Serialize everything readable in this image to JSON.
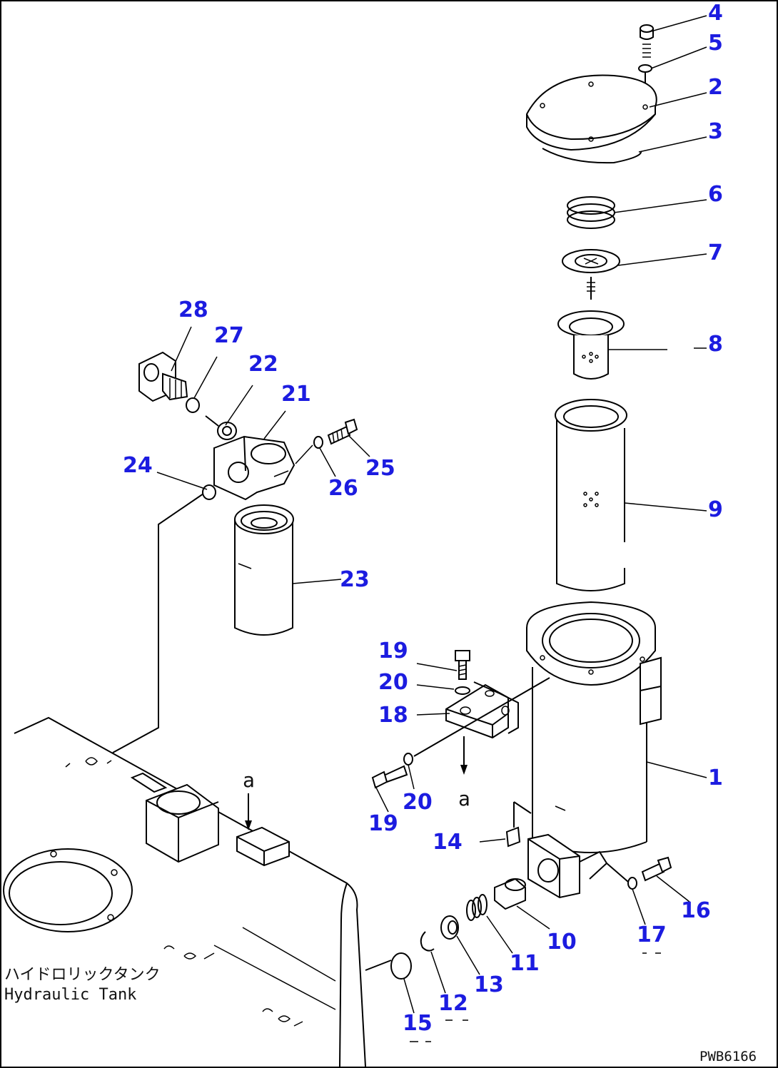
{
  "labels": {
    "p1": "1",
    "p2": "2",
    "p3": "3",
    "p4": "4",
    "p5": "5",
    "p6": "6",
    "p7": "7",
    "p8": "8",
    "p9": "9",
    "p10": "10",
    "p11": "11",
    "p12": "12",
    "p13": "13",
    "p14": "14",
    "p15": "15",
    "p16": "16",
    "p17": "17",
    "p18": "18",
    "p19a": "19",
    "p19b": "19",
    "p20a": "20",
    "p20b": "20",
    "p21": "21",
    "p22": "22",
    "p23": "23",
    "p24": "24",
    "p25": "25",
    "p26": "26",
    "p27": "27",
    "p28": "28"
  },
  "view_marker": "a",
  "tank_caption_jp": "ハイドロリックタンク",
  "tank_caption_en": "Hydraulic Tank",
  "drawing_code": "PWB6166",
  "colors": {
    "callout": "#1c1ce0",
    "line": "#000000"
  }
}
